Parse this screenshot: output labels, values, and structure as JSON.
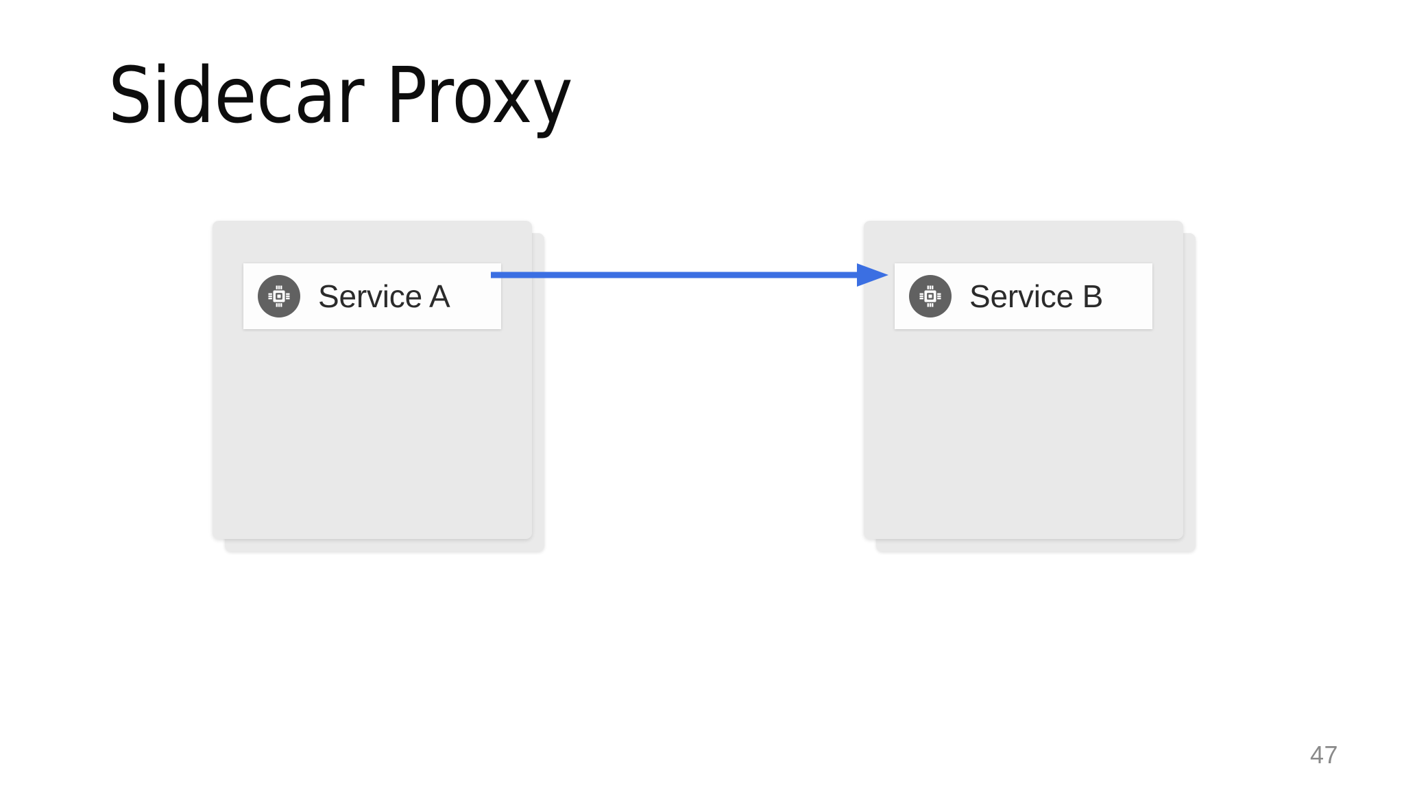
{
  "slide": {
    "title": "Sidecar Proxy",
    "page_number": "47",
    "background_color": "#ffffff",
    "title_color": "#0d0d0d",
    "page_number_color": "#8a8a8a"
  },
  "diagram_data": {
    "type": "diagram",
    "title": "Sidecar Proxy",
    "nodes": [
      {
        "id": "service-a",
        "label": "Service A",
        "icon": "cpu-chip-icon",
        "icon_background_color": "#616161",
        "icon_glyph_color": "#ffffff",
        "label_bar_color": "#fdfdfd",
        "card_color": "#e9e9e9",
        "stacked": true
      },
      {
        "id": "service-b",
        "label": "Service B",
        "icon": "cpu-chip-icon",
        "icon_background_color": "#616161",
        "icon_glyph_color": "#ffffff",
        "label_bar_color": "#fdfdfd",
        "card_color": "#e9e9e9",
        "stacked": true
      }
    ],
    "edges": [
      {
        "from": "service-a",
        "to": "service-b",
        "label": "",
        "color": "#3b6fe2",
        "direction": "right",
        "arrowhead": "solid-triangle"
      }
    ],
    "accent_color": "#3b6fe2"
  }
}
